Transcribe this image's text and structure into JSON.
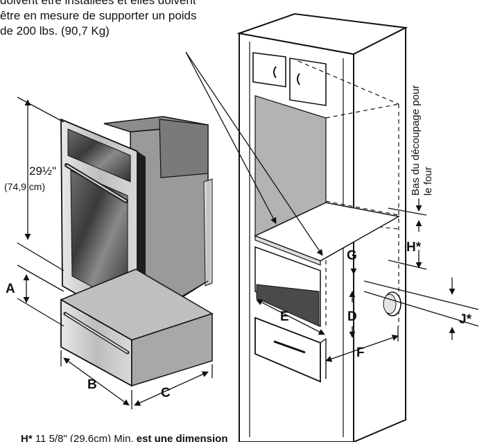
{
  "caption": {
    "line1": "doivent être installées et elles doivent",
    "line2": "être en mesure de supporter un poids",
    "line3": "de 200 lbs. (90,7 Kg)"
  },
  "oven_height": {
    "imperial": "29½\"",
    "metric": "(74,9 cm)"
  },
  "letters": {
    "A": "A",
    "B": "B",
    "C": "C",
    "D": "D",
    "E": "E",
    "F": "F",
    "G": "G",
    "H": "H*",
    "J": "J*"
  },
  "cutout_bottom_label": {
    "line1": "Bas du découpage pour",
    "line2": "le four"
  },
  "footnote": {
    "prefix": "H*",
    "value": "11 5/8\" (29,6cm) Min.",
    "emphasis": "est une dimension"
  },
  "colors": {
    "line": "#111111",
    "panel_gray": "#b3b3b3",
    "dark_gray": "#4a4a4a",
    "steel": "#cfcfcf"
  }
}
